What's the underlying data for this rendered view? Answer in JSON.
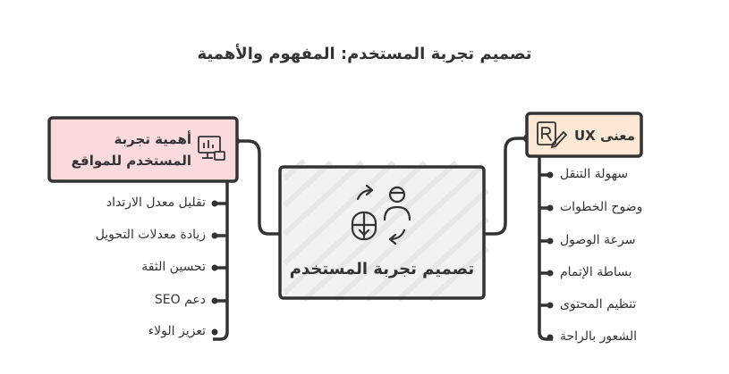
{
  "title": "تصميم تجربة المستخدم: المفهوم والأهمية",
  "center": {
    "label": "تصميم تجربة المستخدم",
    "icon": "user-exchange-icon"
  },
  "left_branch": {
    "title": "أهمية تجربة المستخدم للمواقع",
    "icon": "monitor-chart-icon",
    "fill": "#fadadd",
    "items": [
      "تقليل معدل الارتداد",
      "زيادة معدلات التحويل",
      "تحسين الثقة",
      "دعم SEO",
      "تعزيز الولاء"
    ]
  },
  "right_branch": {
    "title": "معنى UX",
    "icon": "prescription-pen-icon",
    "fill": "#fde8d6",
    "items": [
      "سهولة التنقل",
      "وضوح الخطوات",
      "سرعة الوصول",
      "بساطة الإتمام",
      "تنظيم المحتوى",
      "الشعور بالراحة"
    ]
  },
  "colors": {
    "stroke": "#333333",
    "center_fill": "#e8e8e8"
  }
}
